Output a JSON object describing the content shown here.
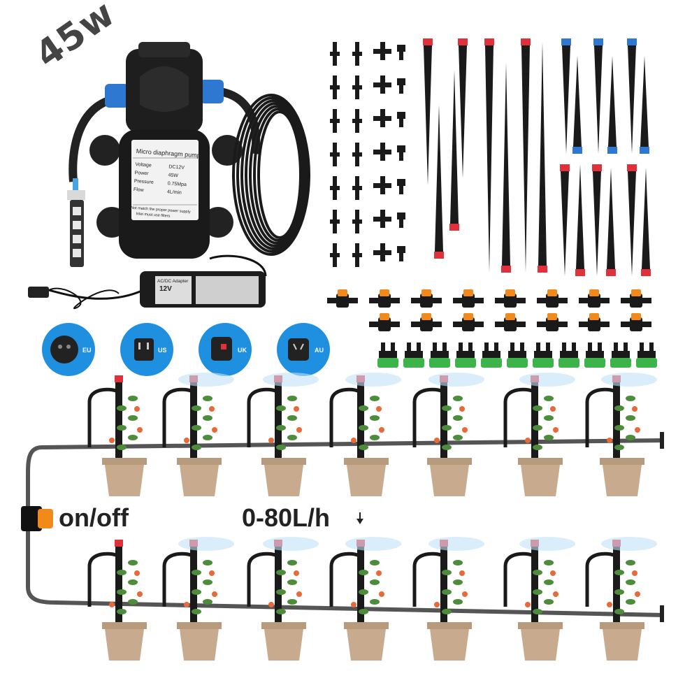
{
  "power_badge": "45w",
  "pump_label": {
    "title": "Micro diaphragm pump",
    "voltage_label": "Voltage",
    "voltage_value": "DC12V",
    "power_label": "Power",
    "power_value": "45W",
    "pressure_label": "Pressure",
    "pressure_value": "0.75Mpa",
    "flow_label": "Flow",
    "flow_value": "4L/min",
    "note1": "Not match the proper power supply",
    "note2": "Inlet must use filters"
  },
  "adapter": {
    "title": "AC/DC Adapter",
    "voltage": "12V"
  },
  "plugs": [
    {
      "label": "EU"
    },
    {
      "label": "US"
    },
    {
      "label": "UK"
    },
    {
      "label": "AU"
    }
  ],
  "switch_label": "on/off",
  "flow_label": "0-80L/h",
  "colors": {
    "tube": "#1a1a1a",
    "red_cap": "#e0303a",
    "blue_cap": "#2e78d2",
    "orange_valve": "#f08a1a",
    "green_fitting": "#3cb44a",
    "pot": "#c8ab8e",
    "plug_bg": "#1f8fe0"
  }
}
